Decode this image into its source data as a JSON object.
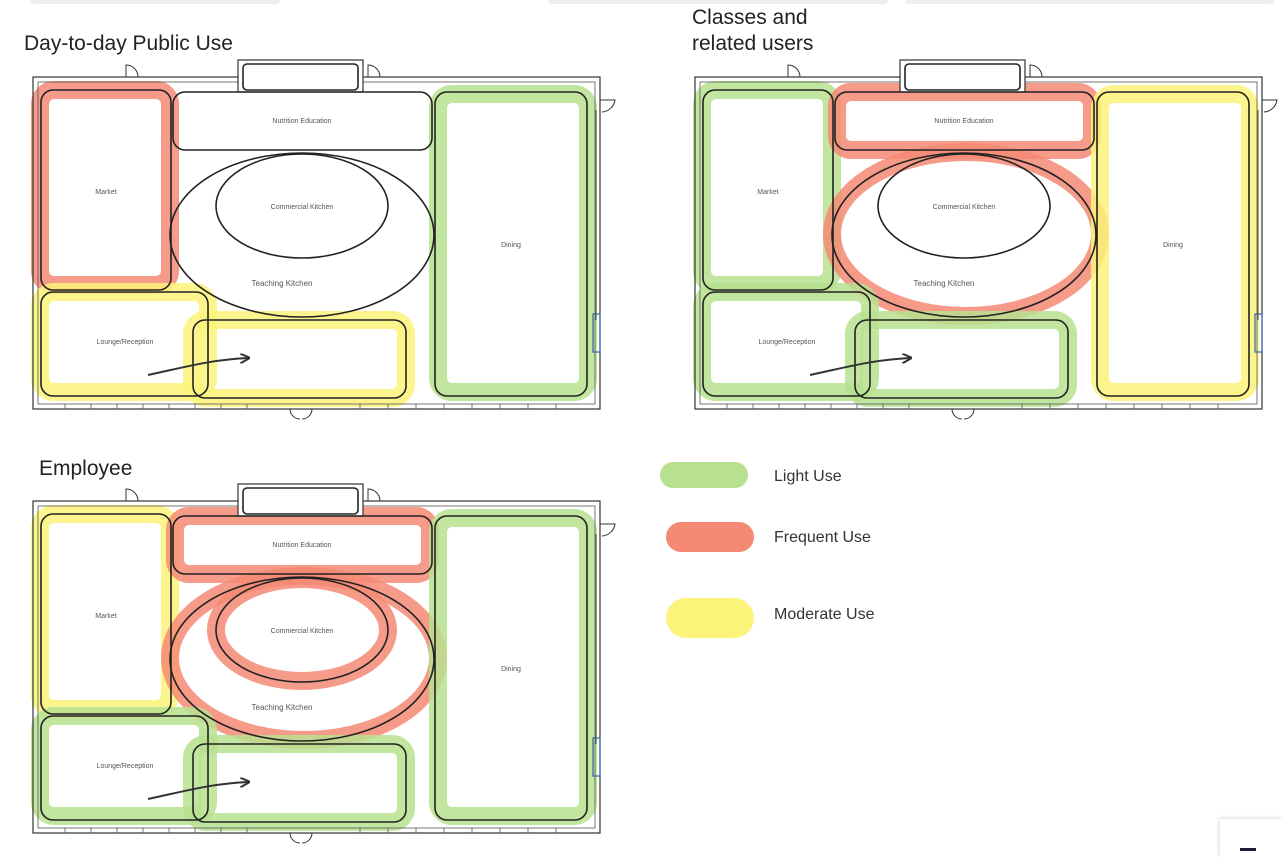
{
  "plans": [
    {
      "title": "Day-to-day Public Use",
      "rooms": {
        "nutrition": "Nutrition Education",
        "market": "Market",
        "commercial": "Commercial Kitchen",
        "teaching": "Teaching Kitchen",
        "dining": "Dining",
        "lounge": "Lounge/Reception"
      },
      "heat": {
        "market": "frequent",
        "nutrition": "",
        "teaching": "",
        "commercial": "",
        "dining": "light",
        "lounge": "moderate",
        "corridor": "moderate"
      }
    },
    {
      "title": "Classes and related users",
      "rooms": {
        "nutrition": "Nutrition Education",
        "market": "Market",
        "commercial": "Commercial Kitchen",
        "teaching": "Teaching Kitchen",
        "dining": "Dining",
        "lounge": "Lounge/Reception"
      },
      "heat": {
        "market": "light",
        "nutrition": "frequent",
        "teaching": "frequent",
        "commercial": "",
        "dining": "moderate",
        "lounge": "light",
        "corridor": "light"
      }
    },
    {
      "title": "Employee",
      "rooms": {
        "nutrition": "Nutrition Education",
        "market": "Market",
        "commercial": "Commercial Kitchen",
        "teaching": "Teaching Kitchen",
        "dining": "Dining",
        "lounge": "Lounge/Reception"
      },
      "heat": {
        "market": "moderate",
        "nutrition": "frequent",
        "teaching": "frequent",
        "commercial": "frequent",
        "dining": "light",
        "lounge": "light",
        "corridor": "light"
      }
    }
  ],
  "legend": [
    {
      "key": "light",
      "label": "Light Use",
      "color": "#b7e08f"
    },
    {
      "key": "frequent",
      "label": "Frequent Use",
      "color": "#f58a74"
    },
    {
      "key": "moderate",
      "label": "Moderate Use",
      "color": "#fbf37a"
    }
  ],
  "colors": {
    "light": "#b7e08f",
    "frequent": "#f58a74",
    "moderate": "#fbf37a"
  }
}
